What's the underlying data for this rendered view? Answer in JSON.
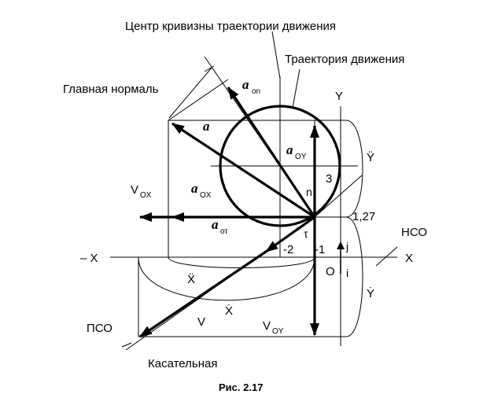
{
  "labels": {
    "curvature_center": "Центр кривизны траектории движения",
    "trajectory": "Траектория движения",
    "main_normal": "Главная нормаль",
    "tangent": "Касательная",
    "pso": "ПСО",
    "nso": "НСО",
    "x_pos": "X",
    "x_neg": "– X",
    "y_axis": "Y",
    "origin": "O",
    "unit_i": "i",
    "unit_j": "j",
    "n": "n",
    "tau": "τ",
    "val_3": "3",
    "val_127": "1,27",
    "val_m1": "-1",
    "val_m2": "-2",
    "v": "V",
    "a": "a",
    "a_letter": "a",
    "sub_on": "on",
    "sub_oy": "OY",
    "sub_ox": "OX",
    "sub_otau": "oτ",
    "sub_ox_v": "OX",
    "sub_oy_v": "OY",
    "ydd": "Ÿ",
    "yd": "Ẏ",
    "xdd": "Ẍ",
    "xd": "Ẋ",
    "caption": "Рис. 2.17"
  }
}
